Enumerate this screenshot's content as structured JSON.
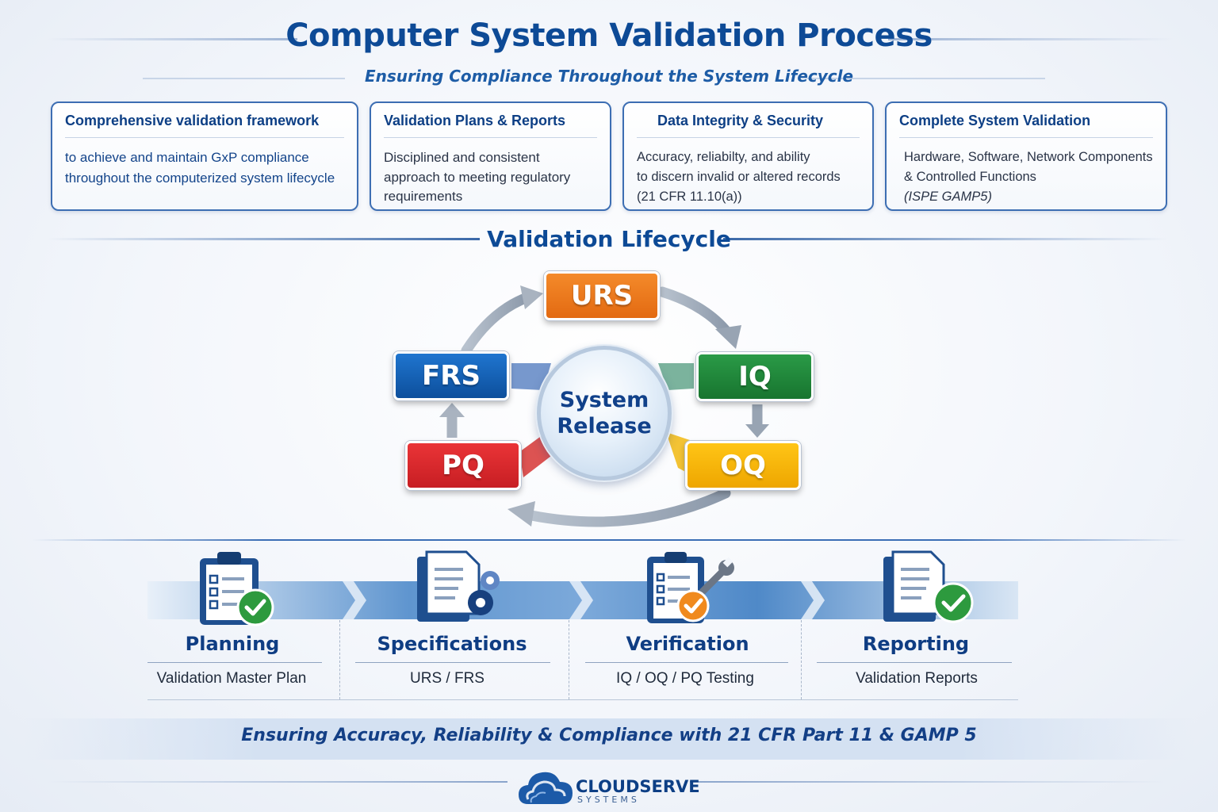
{
  "header": {
    "title": "Computer System Validation Process",
    "subtitle": "Ensuring Compliance Throughout the System Lifecycle"
  },
  "cards": [
    {
      "title": "Comprehensive validation framework",
      "lines": [
        "to achieve and maintain GxP compliance",
        "throughout the computerized system lifecycle"
      ]
    },
    {
      "title": "Validation Plans & Reports",
      "lines": [
        "Disciplined and consistent",
        "approach to meeting regulatory",
        "requirements"
      ]
    },
    {
      "title": "Data Integrity & Security",
      "lines": [
        "Accuracy, reliabilty, and ability",
        "to discern invalid or altered records",
        "(21 CFR 11.10(a))"
      ]
    },
    {
      "title": "Complete System Validation",
      "lines": [
        "Hardware, Software, Network Components",
        "& Controlled Functions",
        "(ISPE GAMP5)"
      ]
    }
  ],
  "lifecycle": {
    "heading": "Validation Lifecycle",
    "center_line1": "System",
    "center_line2": "Release",
    "stages": [
      {
        "label": "URS",
        "color": "#ee7a1e"
      },
      {
        "label": "IQ",
        "color": "#1f8a3c"
      },
      {
        "label": "OQ",
        "color": "#f4b400"
      },
      {
        "label": "PQ",
        "color": "#d9262c"
      },
      {
        "label": "FRS",
        "color": "#1660b4"
      }
    ]
  },
  "phases": [
    {
      "title": "Planning",
      "subtitle": "Validation Master Plan",
      "icon": "clipboard-checklist-icon"
    },
    {
      "title": "Specifications",
      "subtitle": "URS / FRS",
      "icon": "document-gears-icon"
    },
    {
      "title": "Verification",
      "subtitle": "IQ / OQ / PQ Testing",
      "icon": "clipboard-wrench-icon"
    },
    {
      "title": "Reporting",
      "subtitle": "Validation Reports",
      "icon": "report-check-icon"
    }
  ],
  "footer": {
    "tagline": "Ensuring Accuracy, Reliability & Compliance with 21 CFR Part 11 & GAMP 5",
    "logo_name": "CLOUDSERVE",
    "logo_tag": "SYSTEMS"
  }
}
